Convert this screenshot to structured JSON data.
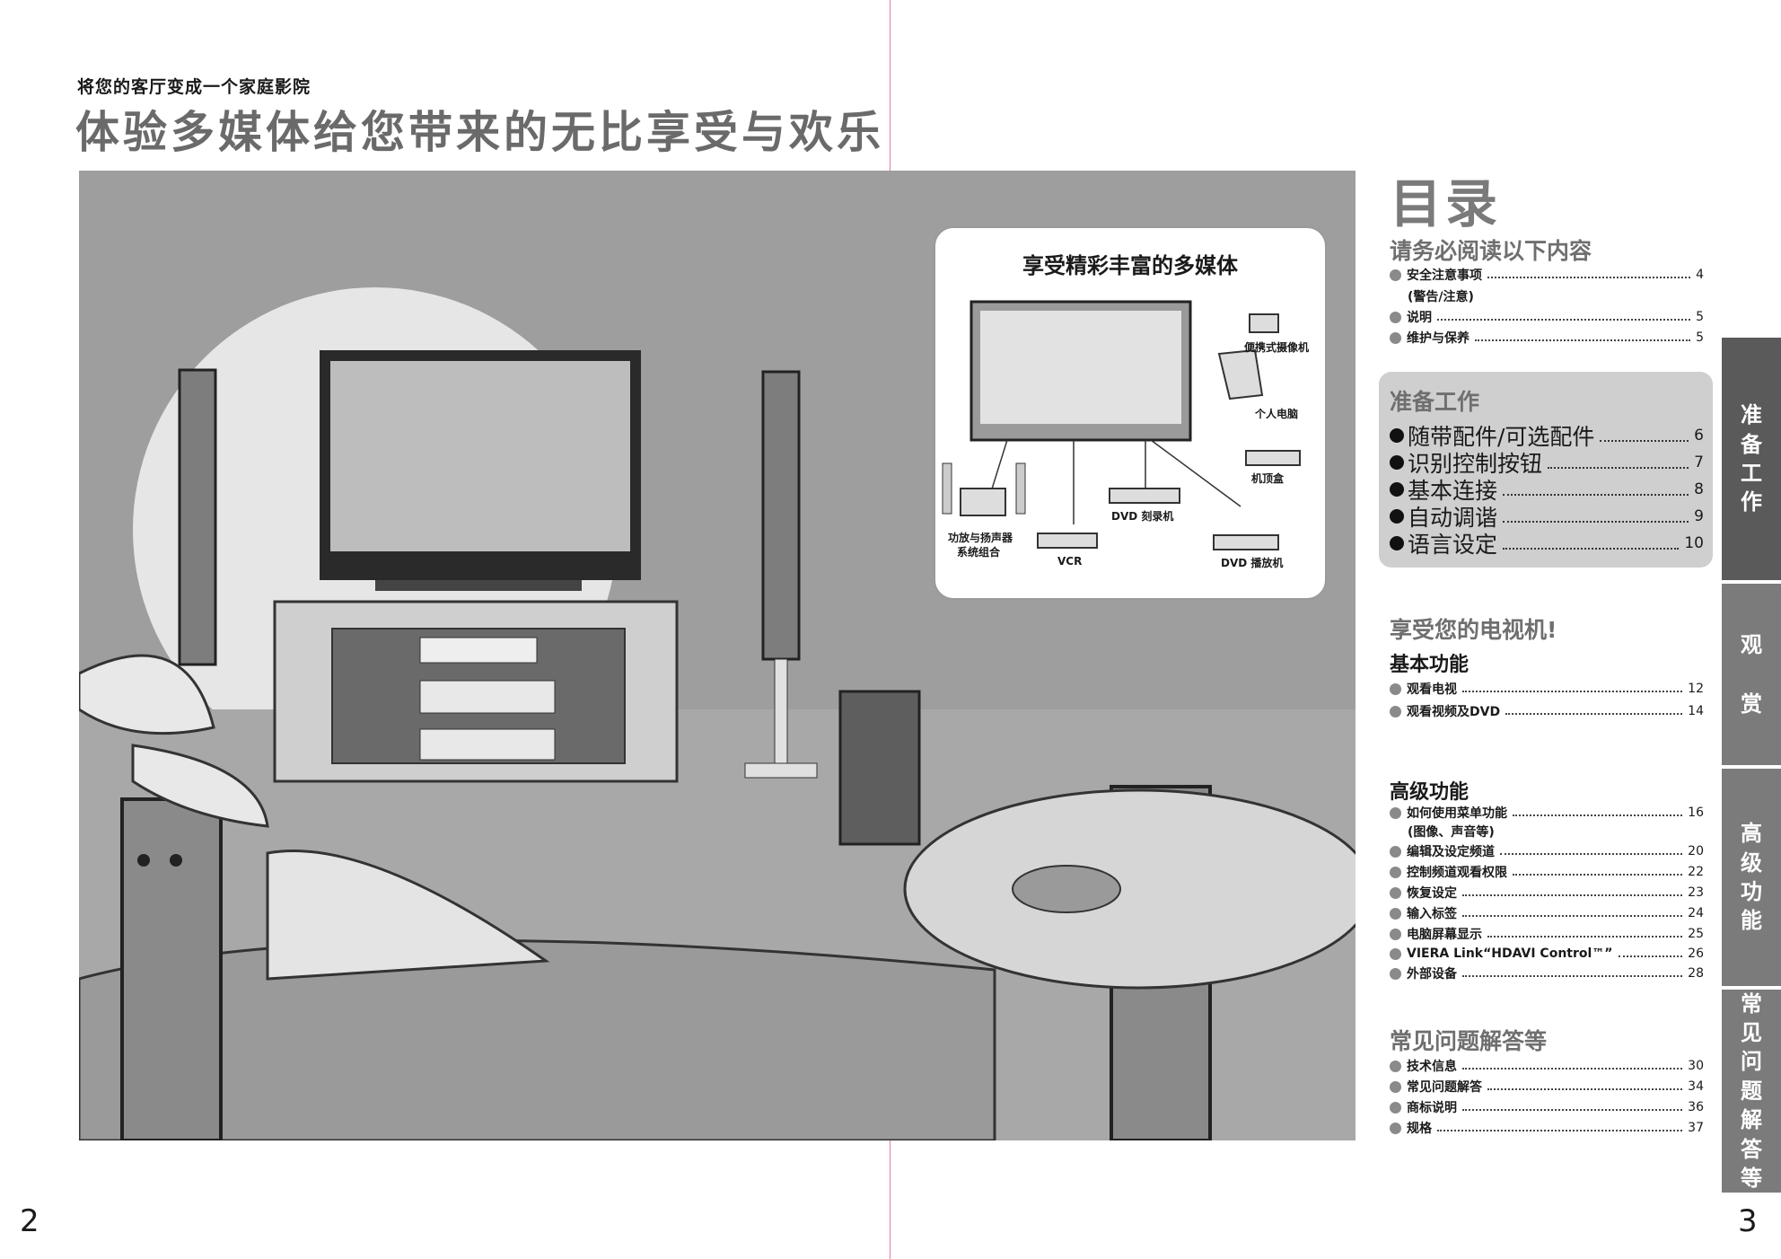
{
  "left_page": {
    "subtitle": "将您的客厅变成一个家庭影院",
    "title": "体验多媒体给您带来的无比享受与欢乐",
    "page_number": "2"
  },
  "media_box": {
    "title": "享受精彩丰富的多媒体",
    "labels": {
      "camcorder": "便携式摄像机",
      "pc": "个人电脑",
      "stb": "机顶盒",
      "dvd_recorder": "DVD 刻录机",
      "audio_line1": "功放与扬声器",
      "audio_line2": "系统组合",
      "vcr": "VCR",
      "dvd_player": "DVD 播放机"
    }
  },
  "toc": {
    "heading": "目录",
    "must_read": {
      "title": "请务必阅读以下内容",
      "items": [
        {
          "text": "安全注意事项",
          "page": "4"
        },
        {
          "text": "说明",
          "page": "5"
        },
        {
          "text": "维护与保养",
          "page": "5"
        }
      ],
      "note": "(警告/注意)"
    },
    "prep": {
      "title": "准备工作",
      "items": [
        {
          "text": "随带配件/可选配件",
          "page": "6"
        },
        {
          "text": "识别控制按钮",
          "page": "7"
        },
        {
          "text": "基本连接",
          "page": "8"
        },
        {
          "text": "自动调谐",
          "page": "9"
        },
        {
          "text": "语言设定",
          "page": "10"
        }
      ]
    },
    "enjoy": {
      "title": "享受您的电视机!",
      "basic_title": "基本功能",
      "basic_items": [
        {
          "text": "观看电视",
          "page": "12"
        },
        {
          "text": "观看视频及DVD",
          "page": "14"
        }
      ]
    },
    "advanced": {
      "title": "高级功能",
      "items": [
        {
          "text": "如何使用菜单功能",
          "page": "16"
        },
        {
          "text": "编辑及设定频道",
          "page": "20"
        },
        {
          "text": "控制频道观看权限",
          "page": "22"
        },
        {
          "text": "恢复设定",
          "page": "23"
        },
        {
          "text": "输入标签",
          "page": "24"
        },
        {
          "text": "电脑屏幕显示",
          "page": "25"
        },
        {
          "text": "VIERA Link“HDAVI Control™”",
          "page": "26"
        },
        {
          "text": "外部设备",
          "page": "28"
        }
      ],
      "note": "(图像、声音等)"
    },
    "faq": {
      "title": "常见问题解答等",
      "items": [
        {
          "text": "技术信息",
          "page": "30"
        },
        {
          "text": "常见问题解答",
          "page": "34"
        },
        {
          "text": "商标说明",
          "page": "36"
        },
        {
          "text": "规格",
          "page": "37"
        }
      ]
    }
  },
  "tabs": [
    {
      "label": [
        "准",
        "备",
        "工",
        "作"
      ]
    },
    {
      "label": [
        "观",
        "赏"
      ]
    },
    {
      "label": [
        "高",
        "级",
        "功",
        "能"
      ]
    },
    {
      "label": [
        "常",
        "见",
        "问",
        "题",
        "解",
        "答",
        "等"
      ]
    }
  ],
  "right_page": {
    "page_number": "3"
  }
}
